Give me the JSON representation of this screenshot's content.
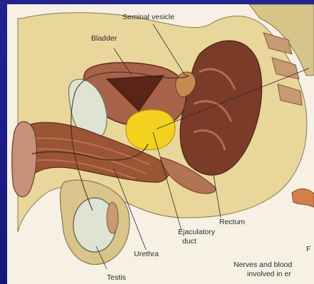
{
  "labels": {
    "seminal_vesicle": "Seminal vesicle",
    "bladder": "Bladder",
    "rectum": "Rectum",
    "ejaculatory_duct_line1": "Ejaculatory",
    "ejaculatory_duct_line2": "duct",
    "urethra": "Urethra",
    "testis": "Testis",
    "nerves_line1": "Nerves and blood",
    "nerves_line2": "involved in er",
    "cut_letter": "F"
  },
  "colors": {
    "slide_background": "#1c1e8a",
    "prostate": "#f2d21c",
    "muscle": "#8a4a32",
    "tissue": "#e8d79a",
    "label_text": "#2b2b2b"
  }
}
